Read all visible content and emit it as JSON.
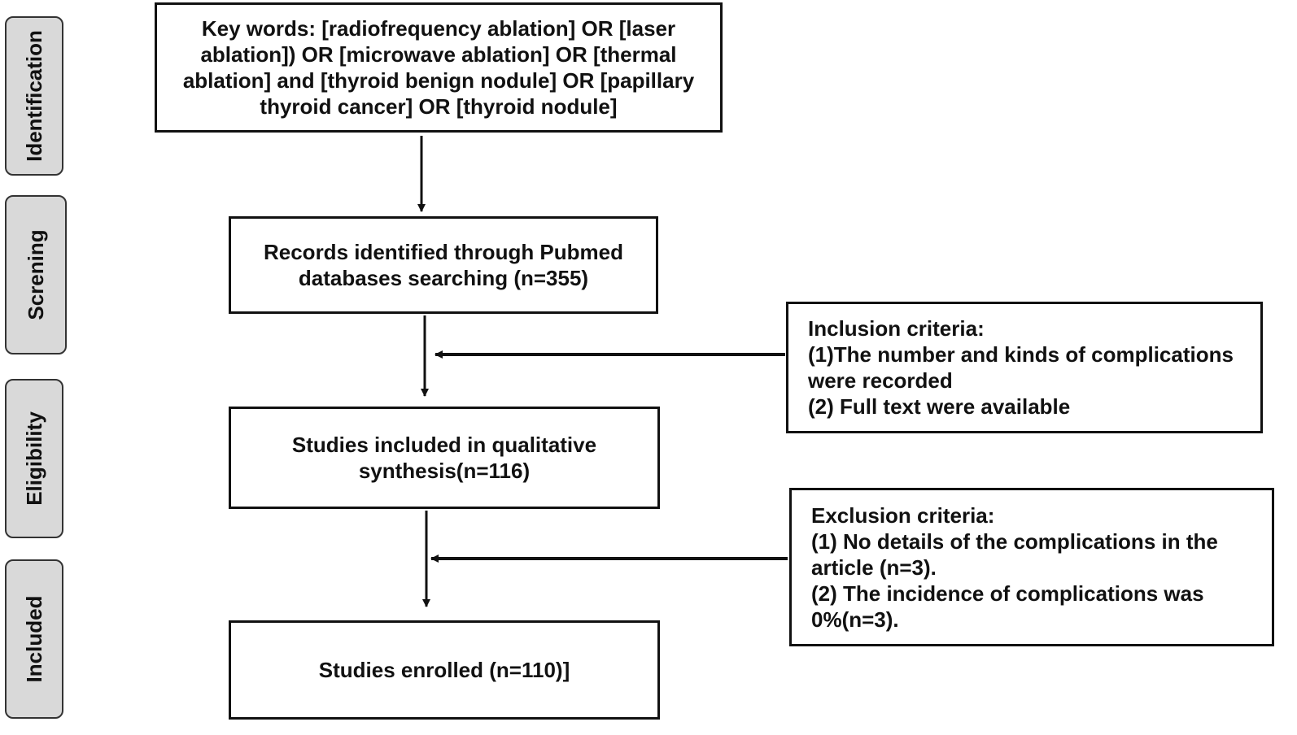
{
  "stages": {
    "identification": "Identification",
    "screening": "Screning",
    "eligibility": "Eligibility",
    "included": "Included"
  },
  "boxes": {
    "keywords": "Key words: [radiofrequency ablation] OR [laser\nablation]) OR [microwave ablation] OR [thermal\nablation] and [thyroid benign nodule] OR [papillary\nthyroid cancer] OR [thyroid nodule]",
    "records": "Records identified through Pubmed\ndatabases searching (n=355)",
    "studies_included": "Studies included in qualitative\nsynthesis(n=116)",
    "studies_enrolled": "Studies enrolled (n=110)]"
  },
  "inclusion": {
    "title": "Inclusion criteria:",
    "item1": "(1)The number and kinds of complications\nwere recorded",
    "item2": "(2) Full text were available"
  },
  "exclusion": {
    "title": "Exclusion criteria:",
    "item1": "(1) No details of the complications in the\narticle (n=3).",
    "item2": "(2) The incidence of complications was\n0%(n=3)."
  },
  "colors": {
    "stroke": "#111111",
    "stage_fill": "#d9d9d9"
  }
}
